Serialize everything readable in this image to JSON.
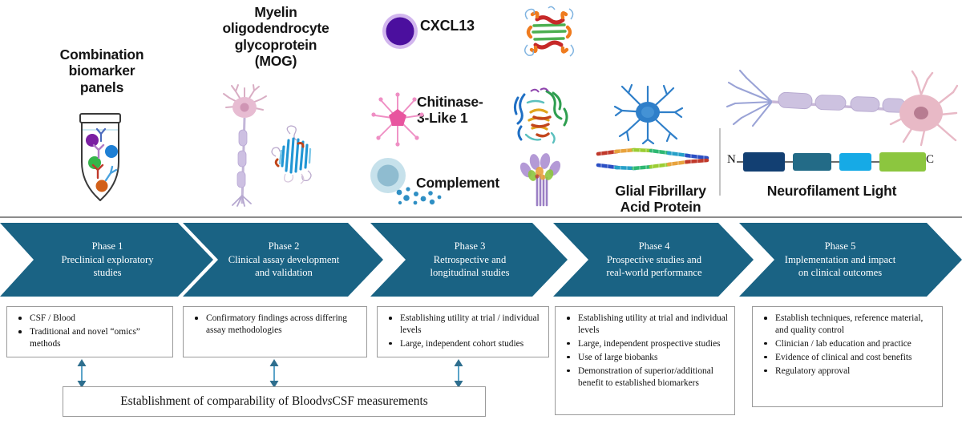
{
  "biomarkers": [
    {
      "id": "combination-panels",
      "label": "Combination\nbiomarker\npanels",
      "icon": "eppendorf-tube-icon"
    },
    {
      "id": "mog",
      "label": "Myelin\noligodendrocyte\nglycoprotein\n(MOG)",
      "icon": "neuron-oligodendrocyte-icon"
    },
    {
      "id": "cxcl13",
      "label": "CXCL13",
      "icon": "lymphocyte-cell-icon"
    },
    {
      "id": "chitinase-3-like-1",
      "label": "Chitinase-\n3-Like 1",
      "icon": "microglia-cell-icon"
    },
    {
      "id": "complement",
      "label": "Complement",
      "icon": "complement-cell-icon"
    },
    {
      "id": "gfap",
      "label": "Glial Fibrillary\nAcid Protein",
      "icon": "astrocyte-icon"
    },
    {
      "id": "nfl",
      "label": "Neurofilament Light",
      "icon": "myelinated-neuron-icon"
    }
  ],
  "nfl_diagram": {
    "n_terminus": "N",
    "c_terminus": "C",
    "domains": [
      {
        "color": "#123f72",
        "width": 52
      },
      {
        "color": "#236b87",
        "width": 48
      },
      {
        "color": "#16aae6",
        "width": 40
      },
      {
        "color": "#8cc63f",
        "width": 60
      }
    ]
  },
  "colors": {
    "phase_teal": "#1a6384",
    "connector_blue": "#2e7fa8",
    "box_border": "#9a9a9a",
    "text_dark": "#111111"
  },
  "phases": [
    {
      "name": "Phase 1",
      "subtitle": "Preclinical exploratory\nstudies",
      "bullets": [
        "CSF / Blood",
        "Traditional and novel “omics” methods"
      ]
    },
    {
      "name": "Phase 2",
      "subtitle": "Clinical assay development\nand validation",
      "bullets": [
        "Confirmatory findings across differing assay methodologies"
      ]
    },
    {
      "name": "Phase 3",
      "subtitle": "Retrospective and\nlongitudinal studies",
      "bullets": [
        "Establishing utility  at trial / individual levels",
        "Large, independent cohort studies"
      ]
    },
    {
      "name": "Phase 4",
      "subtitle": "Prospective studies and\nreal-world performance",
      "bullets": [
        "Establishing utility at trial and individual levels",
        "Large, independent prospective studies",
        "Use of large biobanks",
        "Demonstration of superior/additional benefit to established biomarkers"
      ]
    },
    {
      "name": "Phase 5",
      "subtitle": "Implementation and impact\non clinical outcomes",
      "bullets": [
        "Establish techniques, reference material, and quality control",
        "Clinician / lab education and practice",
        "Evidence of clinical and cost benefits",
        "Regulatory approval"
      ]
    }
  ],
  "comparability_bar": {
    "text_before": "Establishment of comparability of Blood ",
    "text_italic": "vs",
    "text_after": " CSF measurements"
  }
}
